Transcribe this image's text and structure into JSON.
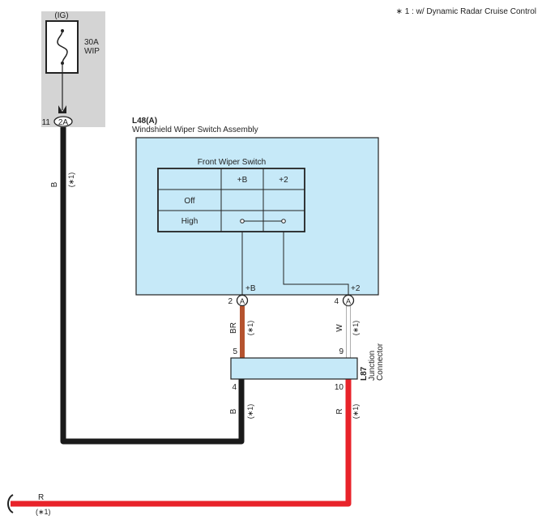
{
  "note": "∗ 1 : w/ Dynamic Radar Cruise Control",
  "power": {
    "source": "(IG)",
    "fuse_amp": "30A",
    "fuse_name": "WIP",
    "pin": "11",
    "connector": "2A"
  },
  "switch_assembly": {
    "code": "L48(A)",
    "name": "Windshield Wiper Switch Assembly",
    "table_title": "Front Wiper Switch",
    "col1": "+B",
    "col2": "+2",
    "row1": "Off",
    "row2": "High",
    "term_b": "+B",
    "term_2": "+2",
    "pin_b": "2",
    "pin_2": "4",
    "conn_letter": "A"
  },
  "junction": {
    "code": "L87",
    "name_line1": "Junction",
    "name_line2": "Connector",
    "pin_tl": "5",
    "pin_tr": "9",
    "pin_bl": "4",
    "pin_br": "10"
  },
  "wires": {
    "main_b": "B",
    "br": "BR",
    "w": "W",
    "lower_b": "B",
    "r": "R",
    "bottom_r": "R",
    "footnote": "(∗1)"
  },
  "colors": {
    "black_wire": "#1a1a1a",
    "br_wire": "#b5532f",
    "white_wire": "#bdbdbd",
    "red_wire": "#e8232a",
    "component_fill": "#c6e9f8",
    "fuse_box_fill": "#d4d4d4"
  }
}
